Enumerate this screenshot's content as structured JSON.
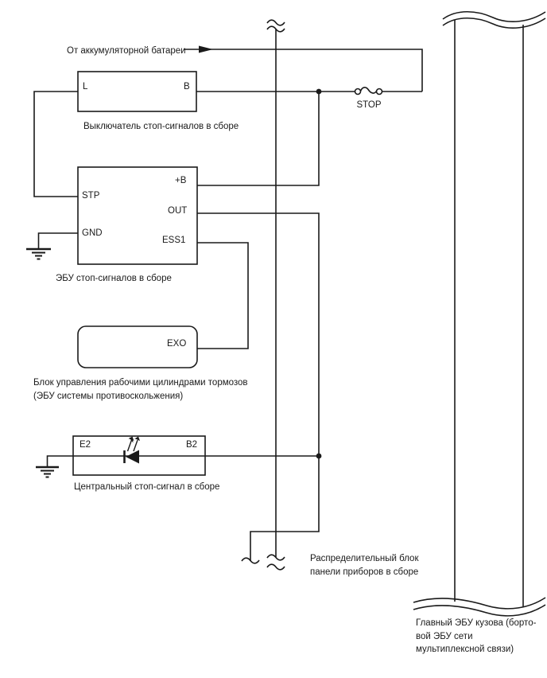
{
  "colors": {
    "background": "#ffffff",
    "line": "#1a1a1a",
    "text": "#1a1a1a"
  },
  "annotations": {
    "from_battery": "От аккумуляторной батареи",
    "fuse_label": "STOP"
  },
  "components": {
    "stop_light_switch": {
      "label": "Выключатель стоп-сигналов в сборе",
      "pin_l": "L",
      "pin_b": "B"
    },
    "stop_light_ecu": {
      "label": "ЭБУ стоп-сигналов в сборе",
      "pin_stp": "STP",
      "pin_gnd": "GND",
      "pin_plus_b": "+B",
      "pin_out": "OUT",
      "pin_ess1": "ESS1"
    },
    "brake_actuator": {
      "label_line1": "Блок управления рабочими цилиндрами тормозов",
      "label_line2": "(ЭБУ системы противоскольжения)",
      "pin_exo": "EXO"
    },
    "center_stop_light": {
      "label": "Центральный стоп-сигнал в сборе",
      "pin_e2": "E2",
      "pin_b2": "B2"
    },
    "junction_block": {
      "label_line1": "Распределительный блок",
      "label_line2": "панели приборов в сборе"
    },
    "main_body_ecu": {
      "label_line1": "Главный ЭБУ кузова (борто-",
      "label_line2": "вой ЭБУ сети",
      "label_line3": "мультиплексной связи)"
    }
  }
}
